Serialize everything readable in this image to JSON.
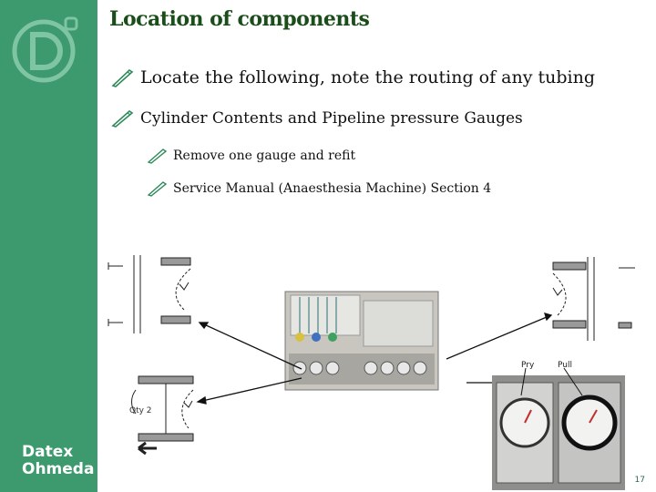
{
  "slide": {
    "title": "Location of components",
    "bullets": [
      "Locate the following, note the routing of any tubing",
      "Cylinder Contents and Pipeline pressure Gauges",
      "Remove one gauge and refit",
      "Service Manual (Anaesthesia Machine) Section 4"
    ],
    "page_number": "17"
  },
  "sidebar": {
    "brand_line1": "Datex",
    "brand_line2": "Ohmeda",
    "color": "#3c9a6e"
  },
  "figure": {
    "qty_label": "Qty 2",
    "pry_label": "Pry",
    "pull_label": "Pull"
  },
  "icons": {
    "bullet": "pencil-icon",
    "logo": "d-logo-icon"
  }
}
